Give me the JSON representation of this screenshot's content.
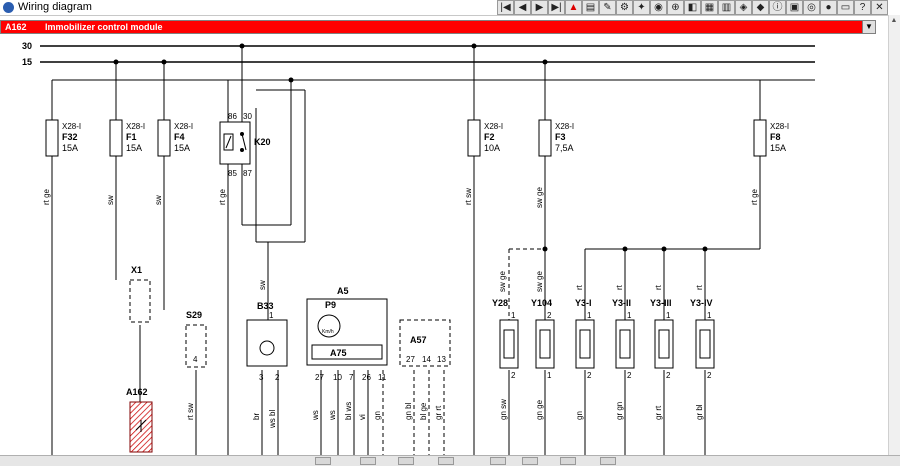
{
  "window": {
    "title": "Wiring diagram"
  },
  "toolbar": {
    "icons": [
      "first-page-icon",
      "prev-page-icon",
      "next-page-icon",
      "last-page-icon",
      "warning-icon",
      "document-icon",
      "wrench-icon",
      "gear-icon",
      "key-icon",
      "component-icon",
      "plug-icon",
      "car-icon",
      "chart-icon",
      "fuse-icon",
      "engine-icon",
      "relay-icon",
      "info-icon",
      "connector-icon",
      "sensor-icon",
      "motor-icon",
      "print-icon",
      "help-icon",
      "exit-icon"
    ]
  },
  "selector": {
    "code": "A162",
    "name": "Immobilizer control module"
  },
  "rails": {
    "r30": "30",
    "r15": "15"
  },
  "fuses": [
    {
      "conn": "X28-I",
      "id": "F32",
      "amp": "15A"
    },
    {
      "conn": "X28-I",
      "id": "F1",
      "amp": "15A"
    },
    {
      "conn": "X28-I",
      "id": "F4",
      "amp": "15A"
    },
    {
      "conn": "X28-I",
      "id": "F2",
      "amp": "10A"
    },
    {
      "conn": "X28-I",
      "id": "F3",
      "amp": "7,5A"
    },
    {
      "conn": "X28-I",
      "id": "F8",
      "amp": "15A"
    }
  ],
  "relay": {
    "id": "K20",
    "p86": "86",
    "p30": "30",
    "p85": "85",
    "p87": "87"
  },
  "wire_labels": {
    "w1": "rt ge",
    "w2": "sw",
    "w3": "sw",
    "w4": "rt ge",
    "w5": "rt sw",
    "w6": "sw ge",
    "w7": "rt ge",
    "w8": "sw",
    "w9": "sw ge",
    "w10": "sw ge",
    "w11": "rt",
    "w12": "rt",
    "w13": "rt",
    "w14": "rt"
  },
  "components": {
    "x1": "X1",
    "a162": "A162",
    "s29": "S29",
    "s29_pin": "4",
    "b33": "B33",
    "b33_p1": "1",
    "b33_p3": "3",
    "b33_p2": "2",
    "a5": "A5",
    "p9": "P9",
    "p9_sub": "Km/h",
    "a75": "A75",
    "a5_pins": [
      "27",
      "10",
      "7",
      "26",
      "11"
    ],
    "a57": "A57",
    "a57_pins": [
      "27",
      "14",
      "13"
    ],
    "valves": [
      {
        "id": "Y28",
        "p1": "1",
        "p2": "2"
      },
      {
        "id": "Y104",
        "p1": "2",
        "p2": "1"
      },
      {
        "id": "Y3-I",
        "p1": "1",
        "p2": "2"
      },
      {
        "id": "Y3-II",
        "p1": "1",
        "p2": "2"
      },
      {
        "id": "Y3-III",
        "p1": "1",
        "p2": "2"
      },
      {
        "id": "Y3-IV",
        "p1": "1",
        "p2": "2"
      }
    ]
  },
  "bottom_labels": {
    "s29": "rt sw",
    "b33a": "br",
    "b33b": "ws bl",
    "a5a": "ws",
    "a5b": "ws",
    "a5c": "bl ws",
    "a5d": "vi",
    "a5e": "gn",
    "a57a": "gn bl",
    "a57b": "bl ge",
    "a57c": "gr rt",
    "y28": "gn sw",
    "y104": "gn ge",
    "y3i": "gn",
    "y3ii": "gr gn",
    "y3iii": "gr rt",
    "y3iv": "gr bl"
  },
  "colors": {
    "selector_bg": "#ff0000",
    "highlight_hatch": "#cc0000",
    "line": "#000000"
  }
}
